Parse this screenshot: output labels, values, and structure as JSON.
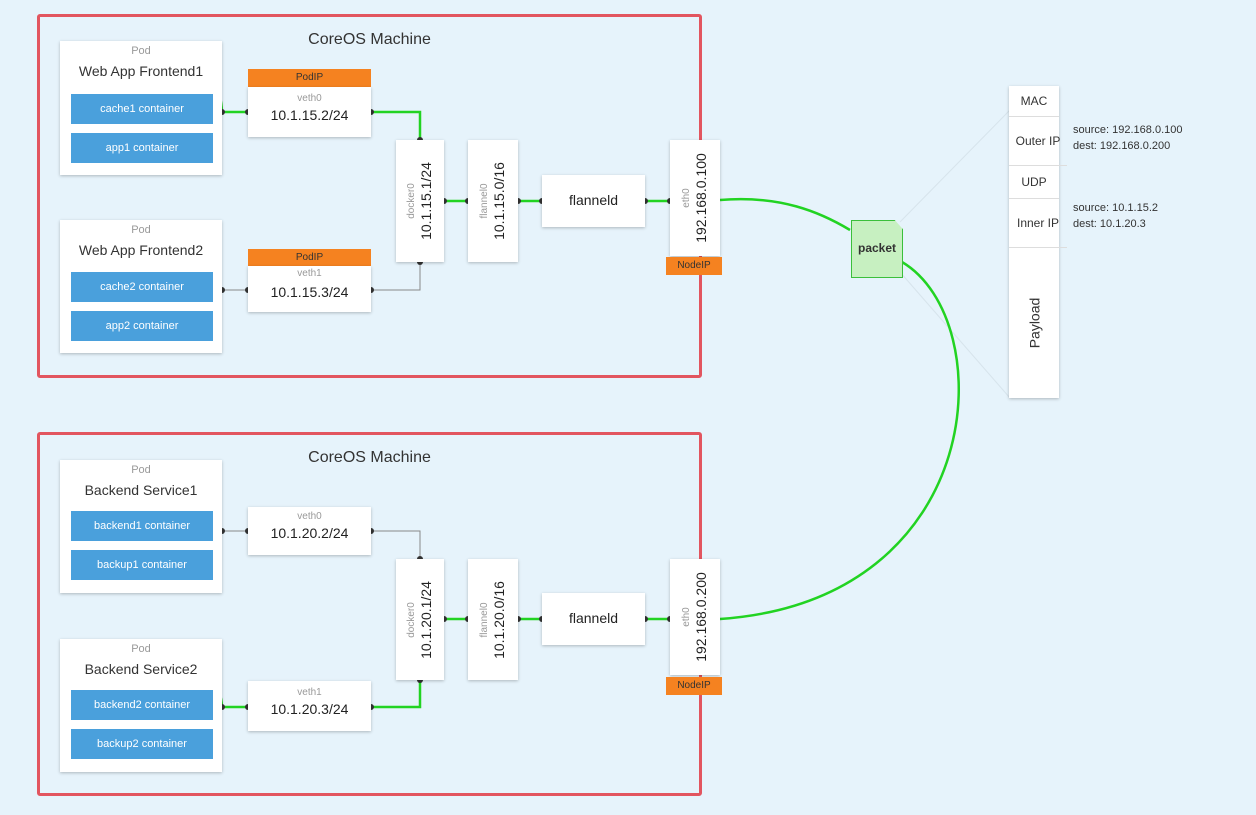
{
  "colors": {
    "background": "#e6f3fb",
    "machine_border": "#e2555f",
    "container_fill": "#4aa0dc",
    "tag_fill": "#f58220",
    "active_link": "#22d322",
    "packet_fill": "#c7f0c1"
  },
  "machine1": {
    "title": "CoreOS Machine",
    "pod1": {
      "small": "Pod",
      "name": "Web App Frontend1",
      "c1": "cache1 container",
      "c2": "app1 container"
    },
    "pod2": {
      "small": "Pod",
      "name": "Web App Frontend2",
      "c1": "cache2 container",
      "c2": "app2 container"
    },
    "veth0": {
      "tag": "PodIP",
      "label": "veth0",
      "ip": "10.1.15.2/24"
    },
    "veth1": {
      "tag": "PodIP",
      "label": "veth1",
      "ip": "10.1.15.3/24"
    },
    "docker0": {
      "label": "docker0",
      "ip": "10.1.15.1/24"
    },
    "flannel0": {
      "label": "flannel0",
      "ip": "10.1.15.0/16"
    },
    "flanneld": "flanneld",
    "eth0": {
      "label": "eth0",
      "ip": "192.168.0.100",
      "tag": "NodeIP"
    }
  },
  "machine2": {
    "title": "CoreOS Machine",
    "pod1": {
      "small": "Pod",
      "name": "Backend Service1",
      "c1": "backend1 container",
      "c2": "backup1 container"
    },
    "pod2": {
      "small": "Pod",
      "name": "Backend Service2",
      "c1": "backend2 container",
      "c2": "backup2 container"
    },
    "veth0": {
      "label": "veth0",
      "ip": "10.1.20.2/24"
    },
    "veth1": {
      "label": "veth1",
      "ip": "10.1.20.3/24"
    },
    "docker0": {
      "label": "docker0",
      "ip": "10.1.20.1/24"
    },
    "flannel0": {
      "label": "flannel0",
      "ip": "10.1.20.0/16"
    },
    "flanneld": "flanneld",
    "eth0": {
      "label": "eth0",
      "ip": "192.168.0.200",
      "tag": "NodeIP"
    }
  },
  "packet": {
    "label": "packet"
  },
  "stack": {
    "mac": "MAC",
    "outer_ip": "Outer IP",
    "udp": "UDP",
    "inner_ip": "Inner IP",
    "payload": "Payload"
  },
  "outer_info": {
    "source": "source: 192.168.0.100",
    "dest": "dest: 192.168.0.200"
  },
  "inner_info": {
    "source": "source: 10.1.15.2",
    "dest": "dest: 10.1.20.3"
  }
}
